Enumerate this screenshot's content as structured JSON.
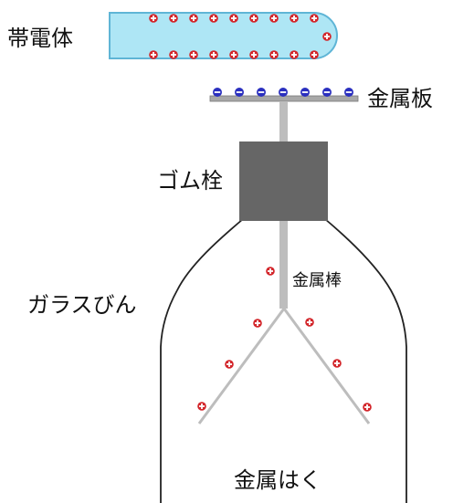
{
  "labels": {
    "charged_body": "帯電体",
    "metal_plate": "金属板",
    "rubber_stopper": "ゴム栓",
    "metal_rod": "金属棒",
    "glass_bottle": "ガラスびん",
    "metal_foil": "金属はく"
  },
  "charges": {
    "charged_body": "positive",
    "metal_plate": "negative",
    "metal_rod": "positive",
    "metal_foil": "positive"
  },
  "colors": {
    "charged_body_fill": "#aee6f5",
    "charged_body_stroke": "#5fb5d6",
    "positive_charge": "#d3262b",
    "negative_charge": "#2a2fbf",
    "rod": "#bdbdbd",
    "stopper": "#666666",
    "bottle_outline": "#222222"
  }
}
